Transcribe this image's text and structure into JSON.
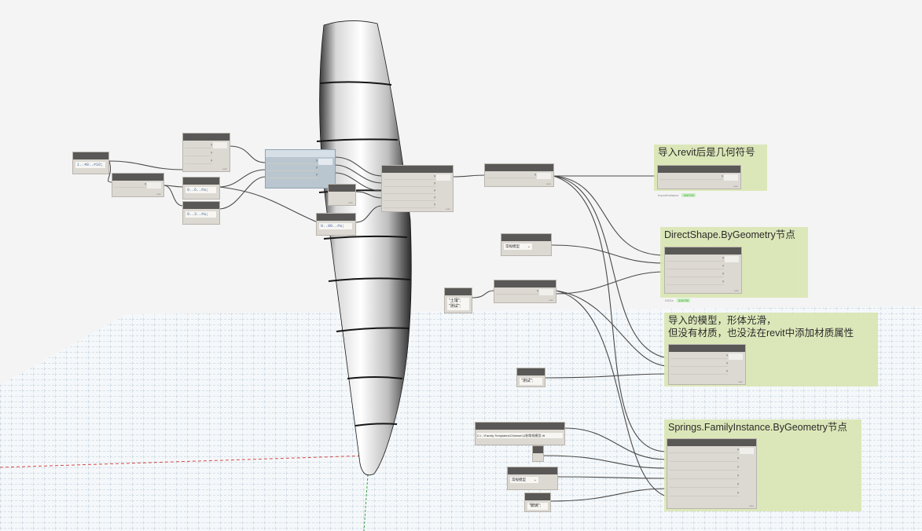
{
  "notes": [
    {
      "id": "note-import-revit",
      "text": "导入revit后是几何符号"
    },
    {
      "id": "note-directshape",
      "text": "DirectShape.ByGeometry节点"
    },
    {
      "id": "note-imported-model",
      "text": "导入的模型，形体光滑，\n但没有材质，也没法在revit中添加材质属性"
    },
    {
      "id": "note-springs",
      "text": "Springs.FamilyInstance.ByGeometry节点"
    }
  ],
  "code_blocks": {
    "range_a": "1..40..#10;",
    "range_b": "0..6..#a;",
    "range_c": "0..3..#a;",
    "range_d": "0..90..#a;"
  },
  "string_nodes": {
    "material": "\"土壤\";\n\"测试\";",
    "test": "\"测试\";",
    "glass": "\"玻璃\";"
  },
  "dropdowns": {
    "category_a": "常规模型",
    "category_b": "常规模型"
  },
  "file_path": "C:\\...\\Family Templates\\Chinese\\公制常规模型.rft",
  "previews": {
    "import_label": "ImportInstance",
    "import_value": "316729",
    "ds_label": "DSGe",
    "ds_value": "316730"
  },
  "node_footer": "auto",
  "colors": {
    "node_body": "#dcd8d2",
    "node_header": "#5a5856",
    "selected_node": "#b9c6cf",
    "note_bg": "#dbe7b6",
    "wire": "#4a4a4a",
    "grid": "#b7c9d6",
    "axis_red": "#d24a4a",
    "axis_green": "#3aa04a"
  }
}
